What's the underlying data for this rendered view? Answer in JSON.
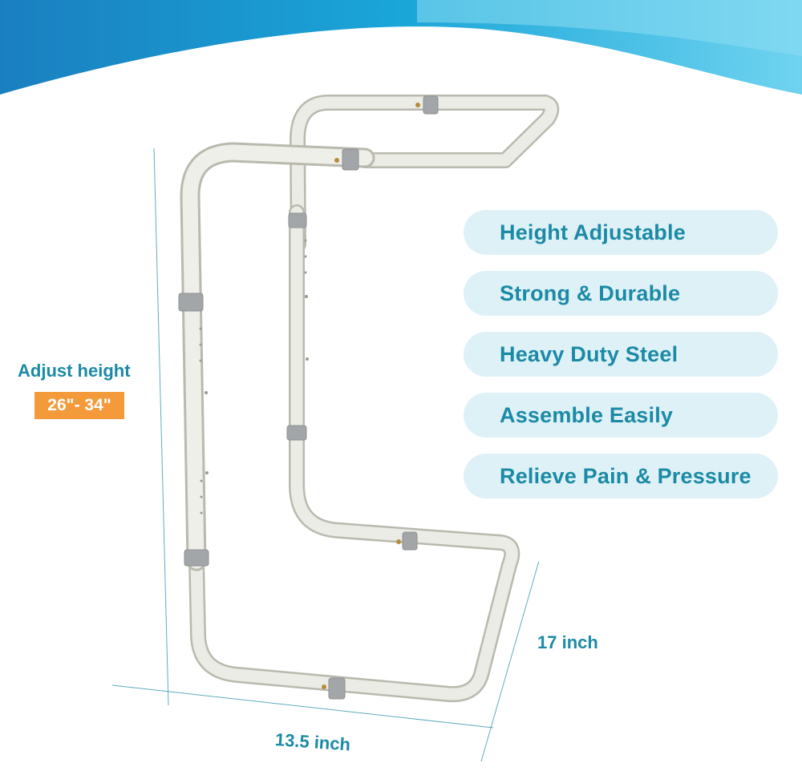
{
  "features": [
    "Height Adjustable",
    "Strong & Durable",
    "Heavy Duty Steel",
    "Assemble Easily",
    "Relieve Pain & Pressure"
  ],
  "adjust": {
    "label": "Adjust height",
    "range": "26\"- 34\""
  },
  "dimensions": {
    "depth": "17 inch",
    "width": "13.5 inch"
  },
  "colors": {
    "accent": "#1b8aa6",
    "pill_bg": "#def1f7",
    "badge": "#f39a3a",
    "banner_dark": "#1a86c3",
    "banner_light": "#7dd8f2",
    "frame": "#ebebe3"
  }
}
